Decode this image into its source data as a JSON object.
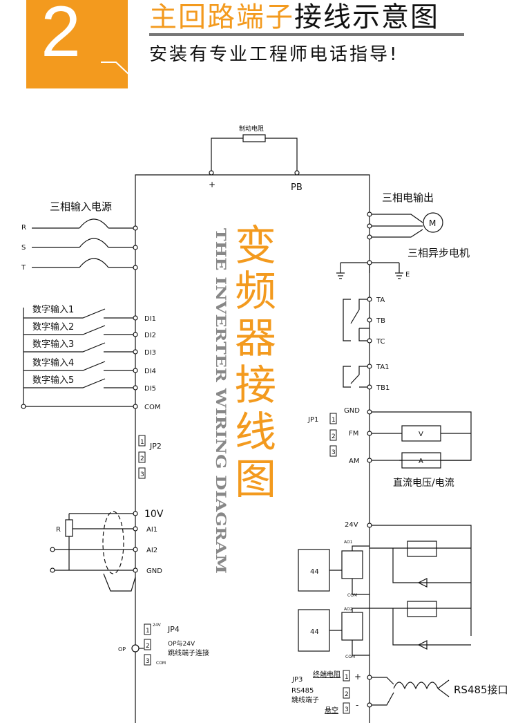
{
  "header": {
    "number": "2",
    "title_orange": "主回路端子",
    "title_black": "接线示意图",
    "subtitle": "安装有专业工程师电话指导!"
  },
  "diagram": {
    "brake_resistor": "制动电阻",
    "plus": "+",
    "pb": "PB",
    "input_power": "三相输入电源",
    "phases": [
      "R",
      "S",
      "T"
    ],
    "digital_inputs": [
      "数字输入1",
      "数字输入2",
      "数字输入3",
      "数字输入4",
      "数字输入5"
    ],
    "di_terminals": [
      "DI1",
      "DI2",
      "DI3",
      "DI4",
      "DI5"
    ],
    "com": "COM",
    "jp2": "JP2",
    "jumper_pins": [
      "1",
      "2",
      "3"
    ],
    "v10": "10V",
    "ai1": "AI1",
    "ai2": "AI2",
    "gnd": "GND",
    "r_label": "R",
    "jp4": "JP4",
    "jp4_24v": "24V",
    "jp4_com": "COM",
    "jp4_note_1": "OP与24V",
    "jp4_note_2": "跳线端子连接",
    "op": "OP",
    "center_title": [
      "变",
      "频",
      "器",
      "接",
      "线",
      "图"
    ],
    "center_english": "THE INVERTER WIRING DIAGRAM",
    "motor_output": "三相电输出",
    "motor": "M",
    "motor_label": "三相异步电机",
    "earth": "E",
    "relay_terms": [
      "TA",
      "TB",
      "TC",
      "TA1",
      "TB1"
    ],
    "jp1": "JP1",
    "gnd_r": "GND",
    "fm": "FM",
    "am": "AM",
    "meter_v": "V",
    "meter_a": "A",
    "dc_label": "直流电压/电流",
    "v24": "24V",
    "ao1": "AO1",
    "ao2": "AO2",
    "com_small": "COM",
    "opto_44": "44",
    "jp3": "JP3",
    "term_resistor": "终端电阻",
    "rs485": "RS485",
    "jumper_term": "跳线端子",
    "floating": "悬空",
    "rs485_plus": "+",
    "rs485_minus": "-",
    "rs485_port": "RS485接口"
  },
  "colors": {
    "accent": "#f39a1e",
    "line": "#111111",
    "rule": "#777777"
  }
}
